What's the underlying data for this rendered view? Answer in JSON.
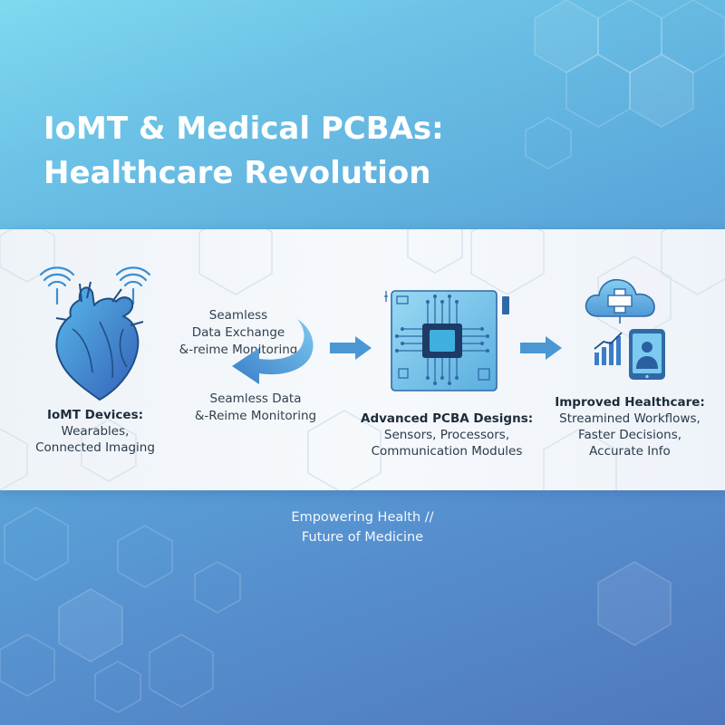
{
  "title_line1": "IoMT & Medical PCBAs:",
  "title_line2": "Healthcare Revolution",
  "stage1": {
    "heading": "IoMT Devices:",
    "line1": "Wearables,",
    "line2": "Connected Imaging"
  },
  "flow": {
    "top_line1": "Seamless",
    "top_line2": "Data Exchange",
    "top_line3": "&-reime Monitoring",
    "bottom_line1": "Seamless Data",
    "bottom_line2": "&-Reime Monitoring"
  },
  "stage2": {
    "heading": "Advanced PCBA Designs:",
    "line1": "Sensors, Processors,",
    "line2": "Communication Modules"
  },
  "stage3": {
    "heading": "Improved Healthcare:",
    "line1": "Streamined Workflows,",
    "line2": "Faster Decisions,",
    "line3": "Accurate Info"
  },
  "tagline_line1": "Empowering Health //",
  "tagline_line2": "Future of Medicine",
  "colors": {
    "accent": "#3a8fd0",
    "dark_accent": "#1f4f86",
    "panel": "#f2f6fa"
  },
  "icons": [
    "heart-icon",
    "wifi-icon",
    "arrow-icon",
    "circuit-chip-icon",
    "cloud-medical-icon",
    "bar-chart-icon",
    "tablet-doctor-icon"
  ]
}
